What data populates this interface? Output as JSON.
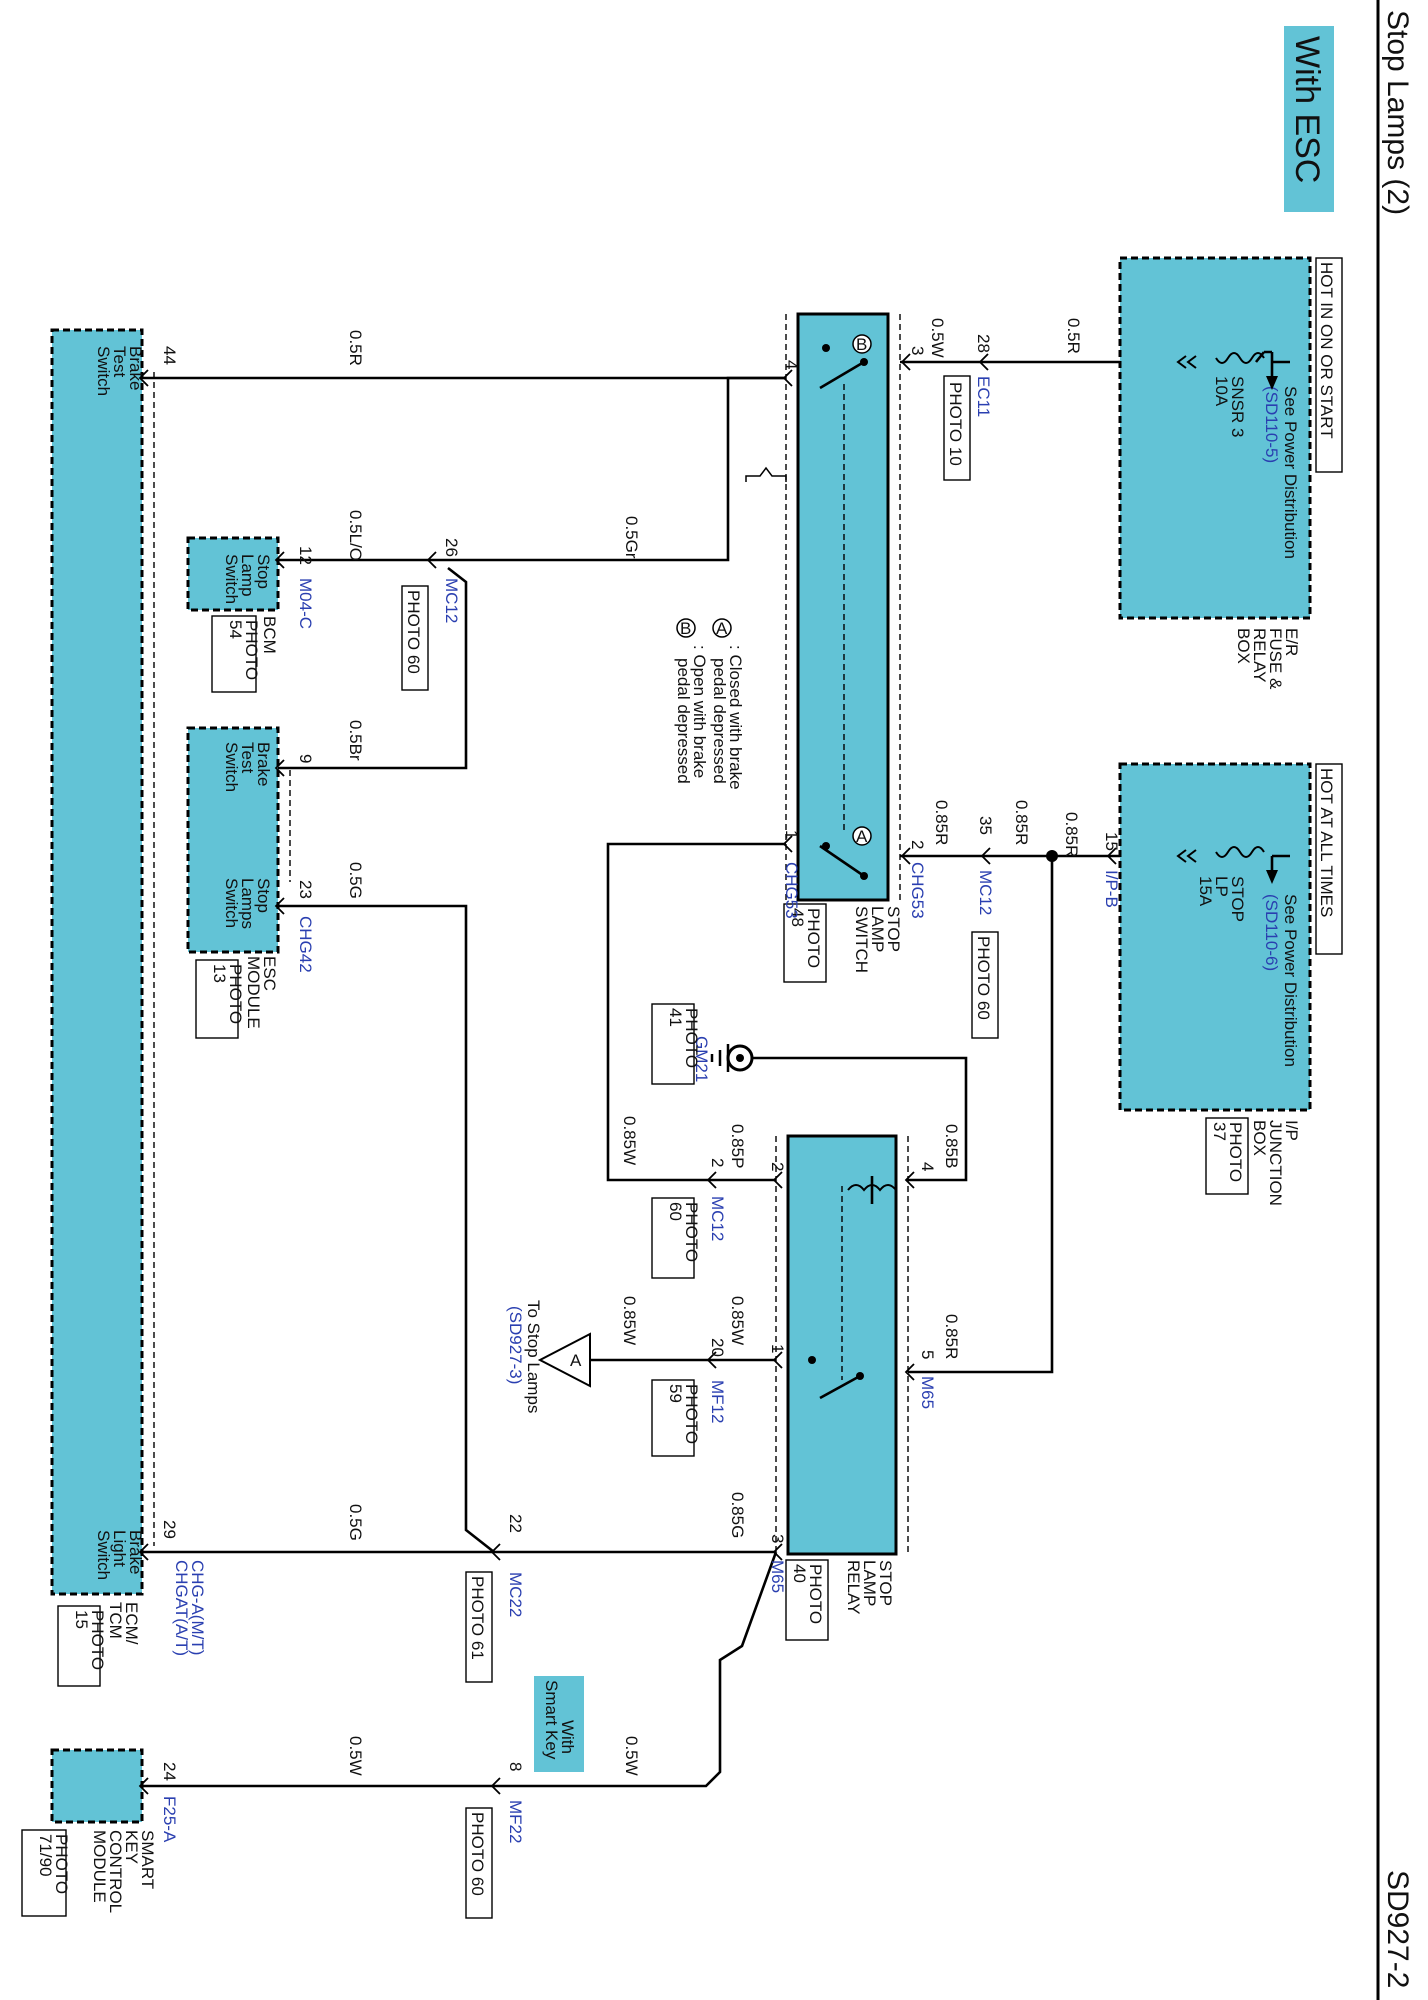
{
  "header": {
    "title": "Stop Lamps (2)",
    "code": "SD927-2",
    "variant_tag": "With ESC"
  },
  "er_box": {
    "condition": "HOT IN ON OR START",
    "fuse": "SNSR 3",
    "rating": "10A",
    "see_text": "See Power Distribution",
    "see_ref": "(SD110-5)",
    "name_lines": [
      "E/R",
      "FUSE &",
      "RELAY",
      "BOX"
    ]
  },
  "ip_box": {
    "condition": "HOT AT ALL TIMES",
    "fuse_lines": [
      "STOP",
      "LP"
    ],
    "rating": "15A",
    "see_text": "See Power Distribution",
    "see_ref": "(SD110-6)",
    "name_lines": [
      "I/P",
      "JUNCTION",
      "BOX"
    ],
    "photo": [
      "PHOTO",
      "37"
    ]
  },
  "switch": {
    "name_lines": [
      "STOP",
      "LAMP",
      "SWITCH"
    ],
    "photo": [
      "PHOTO",
      "48"
    ],
    "legend_a": ": Closed with brake",
    "legend_a2": "pedal depressed",
    "legend_b": ": Open with brake",
    "legend_b2": "pedal depressed"
  },
  "relay": {
    "name_lines": [
      "STOP",
      "LAMP",
      "RELAY"
    ],
    "photo": [
      "PHOTO",
      "40"
    ]
  },
  "bcm": {
    "pin_label": [
      "Stop",
      "Lamp",
      "Switch"
    ],
    "name": "BCM",
    "photo": [
      "PHOTO",
      "54"
    ],
    "pin": "12",
    "conn": "M04-C"
  },
  "esc": {
    "pin1_label": [
      "Brake",
      "Test",
      "Switch"
    ],
    "pin2_label": [
      "Stop",
      "Lamps",
      "Switch"
    ],
    "name_lines": [
      "ESC",
      "MODULE"
    ],
    "photo": [
      "PHOTO",
      "13"
    ],
    "pin1": "9",
    "pin2": "23",
    "conn": "CHG42"
  },
  "ecm": {
    "pin1_label": [
      "Brake",
      "Test",
      "Switch"
    ],
    "pin2_label": [
      "Brake",
      "Light",
      "Switch"
    ],
    "name_lines": [
      "ECM/",
      "TCM"
    ],
    "photo": [
      "PHOTO",
      "15"
    ],
    "pin1": "44",
    "pin2": "29",
    "conn1": "CHG-A(M/T)",
    "conn2": "CHGAT(A/T)"
  },
  "smk": {
    "name_lines": [
      "SMART",
      "KEY",
      "CONTROL",
      "MODULE"
    ],
    "photo": [
      "PHOTO",
      "71/90"
    ],
    "pin": "24",
    "conn": "F25-A",
    "tag_lines": [
      "With",
      "Smart Key"
    ]
  },
  "wires": {
    "w_er": "0.5R",
    "w_sw3": "0.5W",
    "w_sw4": "0.5R",
    "w_gr": "0.5Gr",
    "w_lo": "0.5L/O",
    "w_br": "0.5Br",
    "w_g_esc": "0.5G",
    "w_ip1": "0.85R",
    "w_ip2": "0.85R",
    "w_ip3": "0.85R",
    "w_sw1": "0.85W",
    "w_r2": "0.85P",
    "w_r4": "0.85B",
    "w_r5": "0.85R",
    "w_r1": "0.85W",
    "w_out": "0.85W",
    "w_r3": "0.85G",
    "w_ecm": "0.5G",
    "w_smk1": "0.5W",
    "w_smk2": "0.5W"
  },
  "connectors": {
    "ec11": "EC11",
    "ec11_pin": "28",
    "ec11_photo": "PHOTO 10",
    "ipb": "I/P-B",
    "ipb_pin": "15",
    "mc12_35": "MC12",
    "mc12_35_pin": "35",
    "mc12_35_photo": "PHOTO 60",
    "mc12_26": "MC12",
    "mc12_26_pin": "26",
    "mc12_26_photo": "PHOTO 60",
    "chg53a": "CHG53",
    "chg53b": "CHG53",
    "sw_pin1": "1",
    "sw_pin2": "2",
    "sw_pin3": "3",
    "sw_pin4": "4",
    "gm21": "GM21",
    "gm21_photo": [
      "PHOTO",
      "41"
    ],
    "mc12_2": "MC12",
    "mc12_2_pin": "2",
    "mc12_2_photo": [
      "PHOTO",
      "60"
    ],
    "mf12": "MF12",
    "mf12_pin": "20",
    "mf12_photo": [
      "PHOTO",
      "59"
    ],
    "m65a": "M65",
    "m65b": "M65",
    "r_pin1": "1",
    "r_pin2": "2",
    "r_pin3": "3",
    "r_pin4": "4",
    "r_pin5": "5",
    "mc22": "MC22",
    "mc22_pin": "22",
    "mc22_photo": "PHOTO 61",
    "mf22": "MF22",
    "mf22_pin": "8",
    "mf22_photo": "PHOTO 60"
  },
  "offpage": {
    "letter": "A",
    "text": "To Stop Lamps",
    "ref": "(SD927-3)"
  }
}
